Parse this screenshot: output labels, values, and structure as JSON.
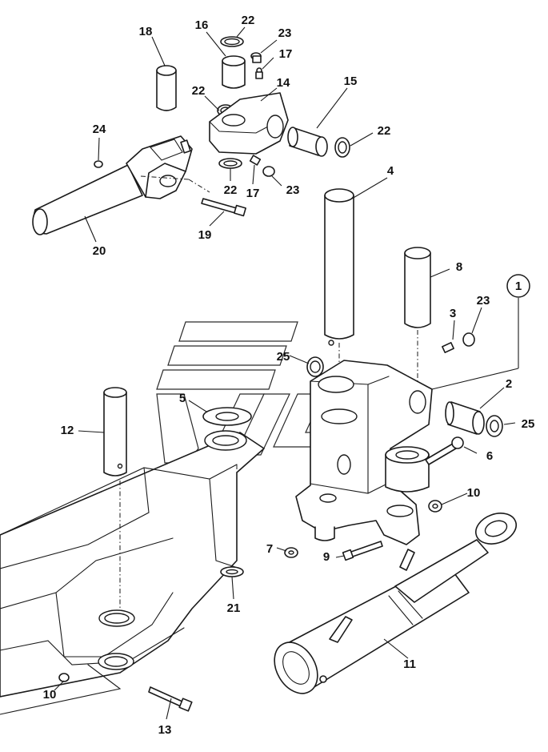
{
  "diagram": {
    "callout_circled": "1",
    "callouts": {
      "c18": "18",
      "c16": "16",
      "c22a": "22",
      "c23a": "23",
      "c17a": "17",
      "c22b": "22",
      "c14": "14",
      "c15": "15",
      "c22c": "22",
      "c24": "24",
      "c22d": "22",
      "c17b": "17",
      "c23b": "23",
      "c19": "19",
      "c20": "20",
      "c4": "4",
      "c8": "8",
      "c3": "3",
      "c23c": "23",
      "c25a": "25",
      "c5": "5",
      "c2": "2",
      "c25b": "25",
      "c12": "12",
      "c6": "6",
      "c10a": "10",
      "c7": "7",
      "c9": "9",
      "c21": "21",
      "c11": "11",
      "c10b": "10",
      "c13": "13"
    }
  }
}
